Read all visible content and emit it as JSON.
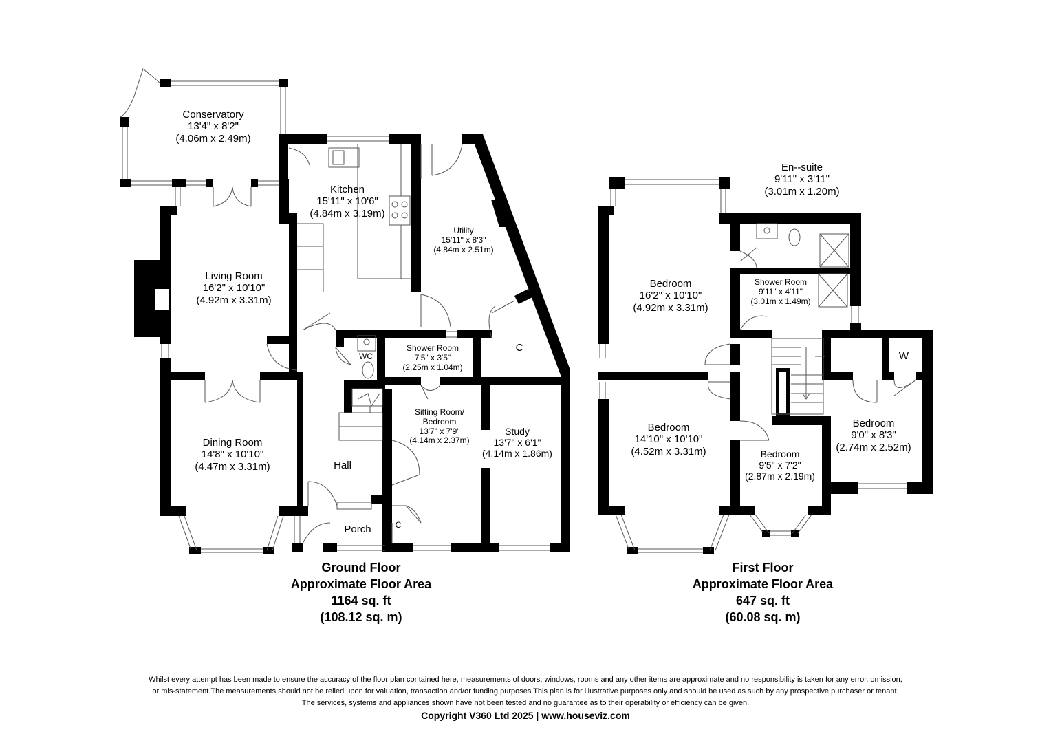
{
  "ground_floor": {
    "rooms": {
      "conservatory": {
        "name": "Conservatory",
        "imperial": "13'4\" x 8'2\"",
        "metric": "(4.06m x 2.49m)"
      },
      "kitchen": {
        "name": "Kitchen",
        "imperial": "15'11\" x 10'6\"",
        "metric": "(4.84m x 3.19m)"
      },
      "utility": {
        "name": "Utility",
        "imperial": "15'11\" x 8'3\"",
        "metric": "(4.84m x 2.51m)"
      },
      "living": {
        "name": "Living Room",
        "imperial": "16'2\" x 10'10\"",
        "metric": "(4.92m x 3.31m)"
      },
      "wc": {
        "name": "WC"
      },
      "shower": {
        "name": "Shower Room",
        "imperial": "7'5\" x 3'5\"",
        "metric": "(2.25m x 1.04m)"
      },
      "cupboard": {
        "name": "C"
      },
      "dining": {
        "name": "Dining Room",
        "imperial": "14'8\" x 10'10\"",
        "metric": "(4.47m x 3.31m)"
      },
      "sitting": {
        "name": "Sitting Room/",
        "name2": "Bedroom",
        "imperial": "13'7\" x 7'9\"",
        "metric": "(4.14m x 2.37m)"
      },
      "study": {
        "name": "Study",
        "imperial": "13'7\" x 6'1\"",
        "metric": "(4.14m x 1.86m)"
      },
      "hall": {
        "name": "Hall"
      },
      "porch": {
        "name": "Porch"
      },
      "porch_cupboard": {
        "name": "C"
      }
    },
    "title": "Ground Floor",
    "area_label": "Approximate Floor Area",
    "area_sqft": "1164 sq. ft",
    "area_sqm": "(108.12 sq. m)"
  },
  "first_floor": {
    "rooms": {
      "ensuite": {
        "name": "En--suite",
        "imperial": "9'11\" x 3'11\"",
        "metric": "(3.01m x 1.20m)"
      },
      "bed1": {
        "name": "Bedroom",
        "imperial": "16'2\" x 10'10\"",
        "metric": "(4.92m x 3.31m)"
      },
      "shower": {
        "name": "Shower Room",
        "imperial": "9'11\" x 4'11\"",
        "metric": "(3.01m x 1.49m)"
      },
      "wardrobe": {
        "name": "W"
      },
      "bed2": {
        "name": "Bedroom",
        "imperial": "14'10\" x 10'10\"",
        "metric": "(4.52m x 3.31m)"
      },
      "bed3": {
        "name": "Bedroom",
        "imperial": "9'0\" x 8'3\"",
        "metric": "(2.74m x 2.52m)"
      },
      "bed4": {
        "name": "Bedroom",
        "imperial": "9'5\" x 7'2\"",
        "metric": "(2.87m x 2.19m)"
      }
    },
    "title": "First Floor",
    "area_label": "Approximate Floor Area",
    "area_sqft": "647 sq. ft",
    "area_sqm": "(60.08 sq. m)"
  },
  "disclaimer": {
    "line1": "Whilst every attempt has been made to ensure the accuracy of the floor plan contained here, measurements of doors, windows, rooms and any other items are approximate and no responsibility is taken for any error, omission,",
    "line2": "or mis-statement.The measurements should not be relied upon for valuation, transaction and/or funding purposes This plan is for illustrative purposes only and should be used as such by any prospective purchaser or tenant.",
    "line3": "The services, systems and appliances shown have not been tested and no guarantee as to their operability or efficiency can be given."
  },
  "copyright": "Copyright V360 Ltd 2025 | www.houseviz.com",
  "colors": {
    "wall": "#000000",
    "background": "#ffffff",
    "line": "#555555"
  }
}
